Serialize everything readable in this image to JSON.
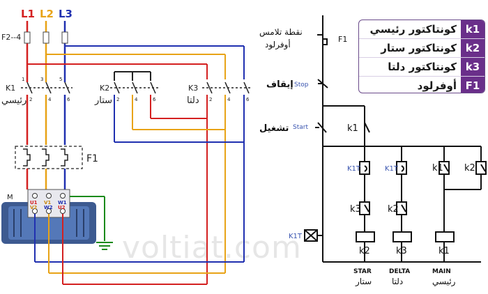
{
  "left_diagram": {
    "phases": [
      "L1",
      "L2",
      "L3"
    ],
    "fuse_label": "F2--4",
    "k1": {
      "code": "K1",
      "name": "رئيسي"
    },
    "k2": {
      "code": "K2",
      "name": "ستار"
    },
    "k3": {
      "code": "K3",
      "name": "دلتا"
    },
    "overload_label": "F1",
    "motor_label": "M",
    "contact_numbers": [
      "1",
      "3",
      "5",
      "2",
      "4",
      "6"
    ],
    "motor_top_terminals": [
      "U1",
      "V1",
      "W1"
    ],
    "motor_bottom_terminals": [
      "V2",
      "W2",
      "U2"
    ]
  },
  "right_diagram": {
    "overload_label_ar_1": "نقطة تلامس",
    "overload_label_ar_2": "أوفرلود",
    "overload_code": "F1",
    "stop_ar": "إيقاف",
    "stop_en": "Stop",
    "start_ar": "تشغيل",
    "start_en": "Start",
    "k1_hold": "k1",
    "timer_contact_1": "K1T",
    "timer_contact_2": "K1T",
    "k1_contact": "k1",
    "k2_contact": "k2",
    "interlock_1": "k3",
    "interlock_2": "k2",
    "timer_coil": "K1T",
    "coils": [
      "k2",
      "k3",
      "k1"
    ],
    "bottom_labels_en": [
      "STAR",
      "DELTA",
      "MAIN"
    ],
    "bottom_labels_ar": [
      "ستار",
      "دلتا",
      "رئيسي"
    ]
  },
  "legend": [
    {
      "code": "k1",
      "text": "كونتاكتور رئيسي"
    },
    {
      "code": "k2",
      "text": "كونتاكتور ستار"
    },
    {
      "code": "k3",
      "text": "كونتاكتور دلتا"
    },
    {
      "code": "F1",
      "text": "أوفرلود"
    }
  ],
  "watermark": "voltiat.com",
  "colors": {
    "l1": "#d42020",
    "l2": "#e8a317",
    "l3": "#2030b0",
    "ground": "#1a8a1a",
    "accent": "#6a2f8a"
  }
}
